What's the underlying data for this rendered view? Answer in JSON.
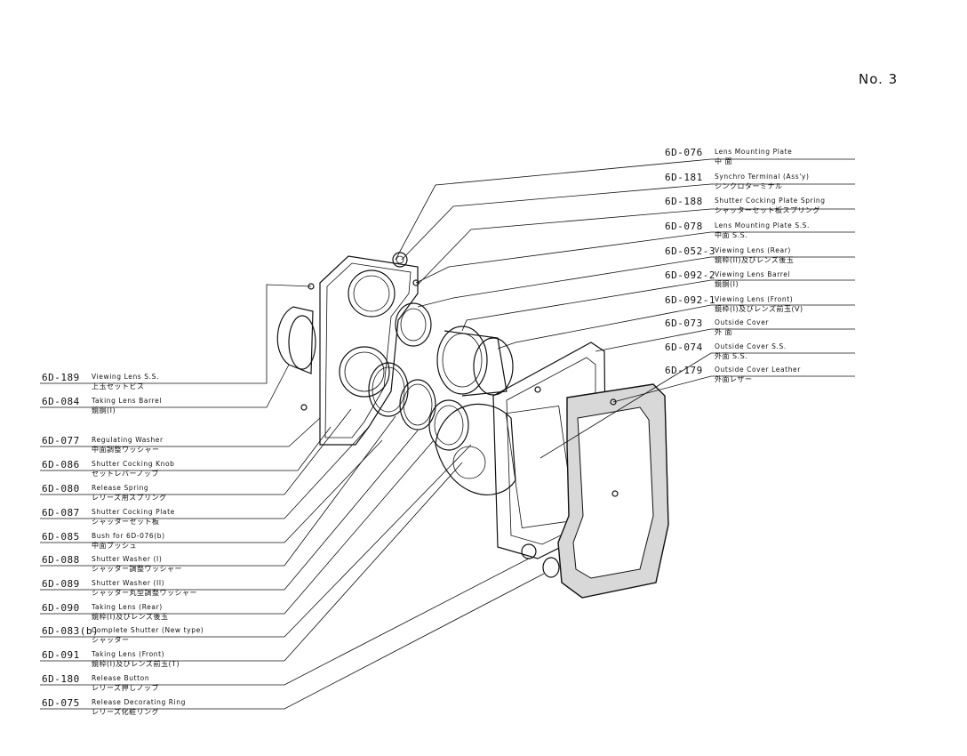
{
  "page_number": "No. 3",
  "right_parts": [
    {
      "code": "6D-076",
      "en": "Lens Mounting Plate",
      "ja": "中 面"
    },
    {
      "code": "6D-181",
      "en": "Synchro Terminal (Ass'y)",
      "ja": "シンクロターミナル"
    },
    {
      "code": "6D-188",
      "en": "Shutter Cocking Plate Spring",
      "ja": "シャッターセット板スプリング"
    },
    {
      "code": "6D-078",
      "en": "Lens Mounting Plate S.S.",
      "ja": "中面 S.S."
    },
    {
      "code": "6D-052-3",
      "en": "Viewing Lens (Rear)",
      "ja": "鏡枠(II)及びレンズ後玉"
    },
    {
      "code": "6D-092-2",
      "en": "Viewing Lens Barrel",
      "ja": "鏡胴(I)"
    },
    {
      "code": "6D-092-1",
      "en": "Viewing Lens (Front)",
      "ja": "鏡枠(I)及びレンズ前玉(V)"
    },
    {
      "code": "6D-073",
      "en": "Outside Cover",
      "ja": "外 面"
    },
    {
      "code": "6D-074",
      "en": "Outside Cover S.S.",
      "ja": "外面 S.S."
    },
    {
      "code": "6D-179",
      "en": "Outside Cover Leather",
      "ja": "外面レザー"
    }
  ],
  "left_parts": [
    {
      "code": "6D-189",
      "en": "Viewing Lens S.S.",
      "ja": "上玉セットビス"
    },
    {
      "code": "6D-084",
      "en": "Taking Lens Barrel",
      "ja": "鏡胴(I)"
    },
    {
      "code": "6D-077",
      "en": "Regulating Washer",
      "ja": "中面調整ワッシャー"
    },
    {
      "code": "6D-086",
      "en": "Shutter Cocking Knob",
      "ja": "セットレバーノッブ"
    },
    {
      "code": "6D-080",
      "en": "Release Spring",
      "ja": "レリーズ用スプリング"
    },
    {
      "code": "6D-087",
      "en": "Shutter Cocking Plate",
      "ja": "シャッターセット板"
    },
    {
      "code": "6D-085",
      "en": "Bush for 6D-076(b)",
      "ja": "中面ブッシュ"
    },
    {
      "code": "6D-088",
      "en": "Shutter Washer (I)",
      "ja": "シャッター調整ワッシャー"
    },
    {
      "code": "6D-089",
      "en": "Shutter Washer (II)",
      "ja": "シャッター丸型調整ワッシャー"
    },
    {
      "code": "6D-090",
      "en": "Taking Lens (Rear)",
      "ja": "鏡枠(I)及びレンズ後玉"
    },
    {
      "code": "6D-083(b)",
      "en": "Complete Shutter (New type)",
      "ja": "シャッター"
    },
    {
      "code": "6D-091",
      "en": "Taking Lens (Front)",
      "ja": "鏡枠(I)及びレンズ前玉(T)"
    },
    {
      "code": "6D-180",
      "en": "Release Button",
      "ja": "レリーズ押しノッブ"
    },
    {
      "code": "6D-075",
      "en": "Release Decorating Ring",
      "ja": "レリーズ化粧リング"
    }
  ]
}
